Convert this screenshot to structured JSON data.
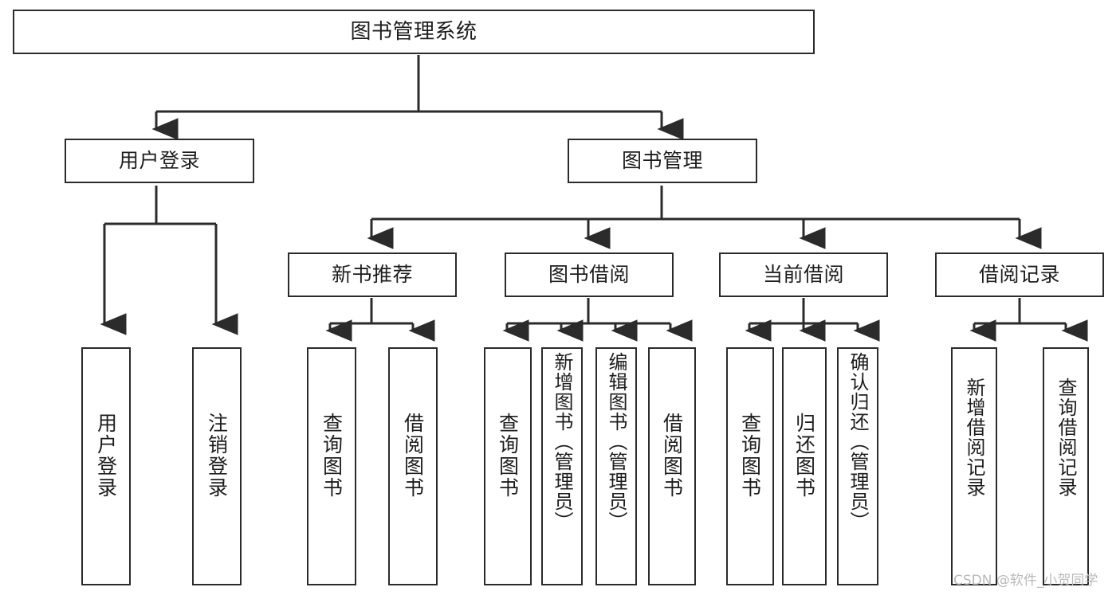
{
  "diagram": {
    "title": "图书管理系统",
    "type": "tree",
    "orientation": "top-down",
    "colors": {
      "background": "#ffffff",
      "box_border": "#2b2b2b",
      "box_fill": "#ffffff",
      "text": "#1d1d1d",
      "connector": "#2b2b2b",
      "watermark": "#b9b9b9"
    }
  },
  "watermark": {
    "text": "CSDN @软件_小贺同学"
  },
  "nodes": {
    "root": {
      "label": "图书管理系统",
      "level": 0
    },
    "level1": [
      {
        "id": "user-login",
        "label": "用户登录"
      },
      {
        "id": "book-manage",
        "label": "图书管理"
      }
    ],
    "level2": [
      {
        "id": "new-book-recommend",
        "label": "新书推荐",
        "parent": "book-manage"
      },
      {
        "id": "book-borrow",
        "label": "图书借阅",
        "parent": "book-manage"
      },
      {
        "id": "current-borrow",
        "label": "当前借阅",
        "parent": "book-manage"
      },
      {
        "id": "borrow-record",
        "label": "借阅记录",
        "parent": "book-manage"
      }
    ],
    "leaves": [
      {
        "id": "leaf-user-login",
        "label": "用户登录",
        "parent": "user-login"
      },
      {
        "id": "leaf-logout-login",
        "label": "注销登录",
        "parent": "user-login"
      },
      {
        "id": "leaf-query-book-1",
        "label": "查询图书",
        "parent": "new-book-recommend"
      },
      {
        "id": "leaf-borrow-book-1",
        "label": "借阅图书",
        "parent": "new-book-recommend"
      },
      {
        "id": "leaf-query-book-2",
        "label": "查询图书",
        "parent": "book-borrow"
      },
      {
        "id": "leaf-add-book",
        "label": "新增图书（管理员）",
        "parent": "book-borrow"
      },
      {
        "id": "leaf-edit-book",
        "label": "编辑图书（管理员）",
        "parent": "book-borrow"
      },
      {
        "id": "leaf-borrow-book-2",
        "label": "借阅图书",
        "parent": "book-borrow"
      },
      {
        "id": "leaf-query-book-3",
        "label": "查询图书",
        "parent": "current-borrow"
      },
      {
        "id": "leaf-return-book",
        "label": "归还图书",
        "parent": "current-borrow"
      },
      {
        "id": "leaf-confirm-return",
        "label": "确认归还（管理员）",
        "parent": "current-borrow"
      },
      {
        "id": "leaf-add-record",
        "label": "新增借阅记录",
        "parent": "borrow-record"
      },
      {
        "id": "leaf-query-record",
        "label": "查询借阅记录",
        "parent": "borrow-record"
      }
    ]
  }
}
